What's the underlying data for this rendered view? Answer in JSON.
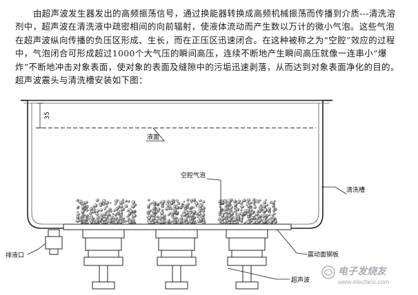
{
  "paragraph": "由超声波发生器发出的高频振荡信号，通过换能器转换成高频机械振荡而传播到介质---清洗溶剂中，超声波在清洗液中疏密相间的向前辐射，使液体流动而产生数以万计的微小气泡。这些气泡在超声波纵向传播的负压区形成、生长，而在正压区迅速闭合。在这种被称之为“空腔”效应的过程中，气泡闭合可形成超过1000个大气压的瞬间高压，连续不断地产生瞬间高压就像一连串小“爆炸”不断地冲击对象表面，使对象的表面及缝隙中的污垢迅速剥落，从而达到对象表面净化的目的。超声波震头与清洗槽安装如下图：",
  "diagram": {
    "dimension_label": "35",
    "labels": {
      "liquid_surface": "液面",
      "cavitation_bubbles": "空腔气泡",
      "cleaning_tank": "清洗槽",
      "vibration_plate": "震动面钢板",
      "drain": "排液口",
      "transducer": "超声波"
    }
  },
  "watermark": {
    "brand": "电子发烧友",
    "url": "www.elecfans.com"
  }
}
